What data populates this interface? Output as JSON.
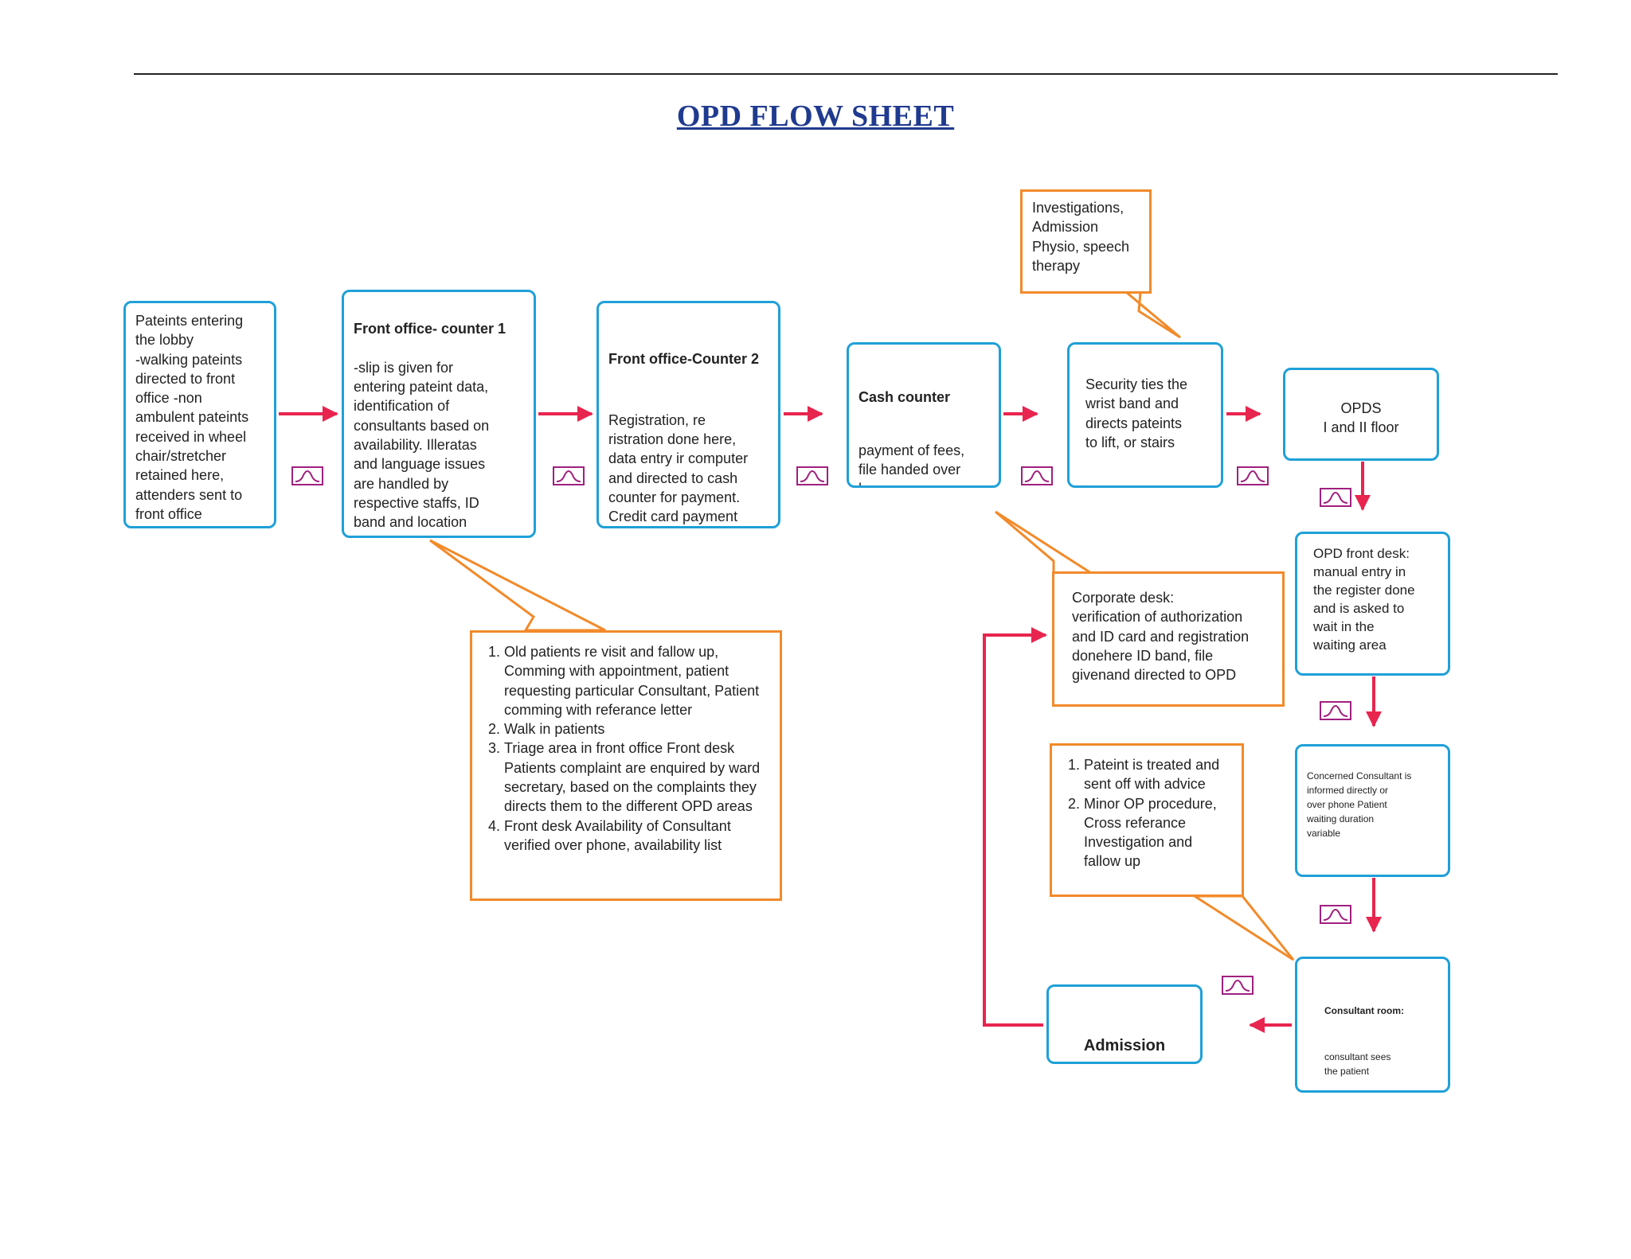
{
  "title": "OPD FLOW SHEET",
  "colors": {
    "box_border": "#1fa0d8",
    "callout_border": "#f28a2a",
    "arrow": "#e8254f",
    "symbol": "#a0207f",
    "title": "#1f3a8f"
  },
  "boxes": {
    "lobby": "Pateints entering\nthe lobby\n-walking pateints\ndirected to front\noffice -non\nambulent pateints\nreceived in wheel\nchair/stretcher\nretained here,\nattenders sent to\nfront office",
    "counter1_title": "Front office- counter 1",
    "counter1_body": "-slip is given for\nentering pateint data,\nidentification  of\nconsultants based on\navailability. Illeratas\nand language issues\nare handled by\nrespective staffs, ID\nband and location\nguide given.\nRe registration",
    "counter2_title": "Front office-Counter 2",
    "counter2_body": "Registration, re\nristration done here,\ndata entry ir computer\nand directed to cash\ncounter for payment.\nCredit card payment\ndone here",
    "cash_title": "Cash counter",
    "cash_body": "payment of fees,\nfile handed over\nhere",
    "security": "Security ties the\nwrist band and\ndirects pateints\nto lift, or stairs",
    "opds": "OPDS\nI and II floor",
    "opd_front_desk": "OPD front desk:\nmanual entry in\nthe register done\nand is asked to\nwait in the\nwaiting area",
    "consultant_informed": "Concerned Consultant is\ninformed directly or\nover phone Patient\nwaiting duration\nvariable",
    "consultant_room_title": "Consultant room:",
    "consultant_room_body": "consultant sees\nthe patient",
    "admission": "Admission"
  },
  "callouts": {
    "investigations": "Investigations,\nAdmission\nPhysio, speech\ntherapy",
    "corporate": "Corporate desk:\nverification of authorization\nand  ID card and registration\ndonehere ID  band, file\ngivenand directed to OPD",
    "visits": [
      "Old patients re visit and fallow up, Comming with appointment, patient requesting particular Consultant, Patient comming with referance letter",
      "Walk in patients",
      "Triage area in front office Front desk Patients complaint are enquired by ward secretary, based on the complaints they directs them to the different OPD areas",
      "Front desk Availability of Consultant verified over phone, availability list"
    ],
    "treatment": [
      "Pateint is treated and sent off with advice",
      "Minor OP procedure, Cross referance Investigation and fallow up"
    ]
  }
}
